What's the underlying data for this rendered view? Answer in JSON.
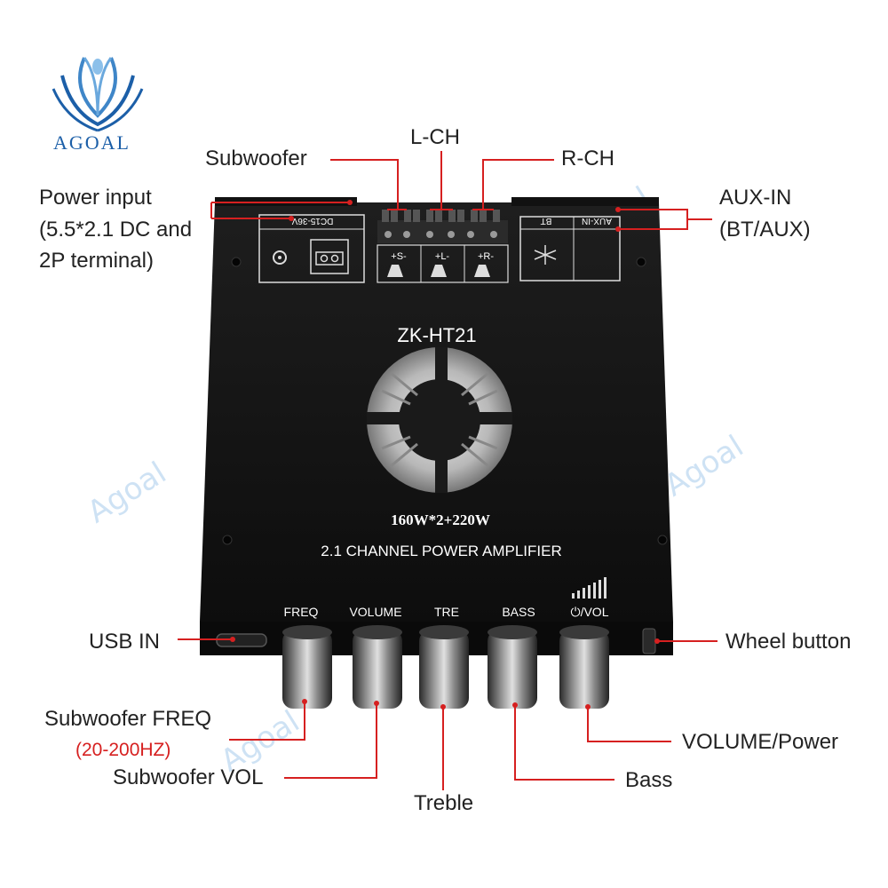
{
  "brand": {
    "logo_text": "AGOAL",
    "watermark": "Agoal"
  },
  "product": {
    "model": "ZK-HT21",
    "power_rating": "160W*2+220W",
    "description": "2.1 CHANNEL POWER AMPLIFIER",
    "dc_label": "DC15-36V",
    "bt_label": "BT",
    "aux_label": "AUX-IN",
    "output_terminals": [
      "+S-",
      "+L-",
      "+R-"
    ]
  },
  "knobs": [
    {
      "label": "FREQ"
    },
    {
      "label": "VOLUME"
    },
    {
      "label": "TRE"
    },
    {
      "label": "BASS"
    },
    {
      "label": "⏻/VOL"
    }
  ],
  "callouts": {
    "subwoofer": "Subwoofer",
    "l_ch": "L-CH",
    "r_ch": "R-CH",
    "power_input": [
      "Power input",
      "(5.5*2.1 DC and",
      "2P terminal)"
    ],
    "aux_in": [
      "AUX-IN",
      "(BT/AUX)"
    ],
    "usb_in": "USB IN",
    "wheel_button": "Wheel button",
    "subwoofer_freq": "Subwoofer FREQ",
    "freq_range": "(20-200HZ)",
    "subwoofer_vol": "Subwoofer VOL",
    "treble": "Treble",
    "bass": "Bass",
    "volume_power": "VOLUME/Power"
  },
  "colors": {
    "accent": "#d62020",
    "panel": "#141414",
    "logo": "#1c5fa8"
  }
}
